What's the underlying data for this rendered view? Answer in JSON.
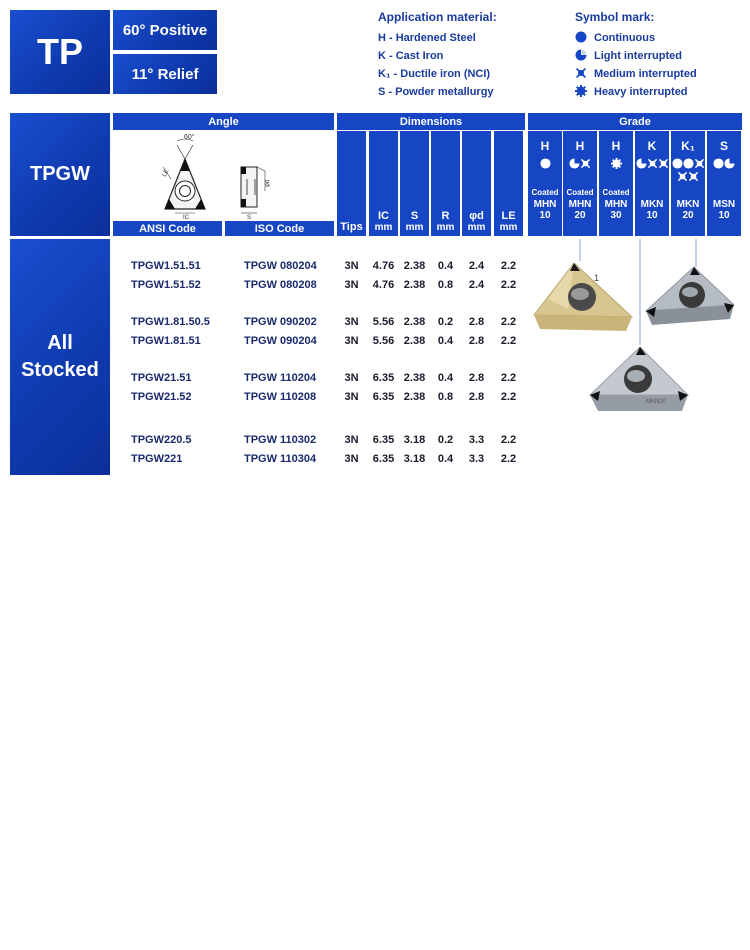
{
  "header": {
    "series": "TP",
    "angle_label": "60° Positive",
    "relief_label": "11° Relief"
  },
  "application": {
    "title": "Application material:",
    "items": [
      "H - Hardened Steel",
      "K - Cast Iron",
      "K₁ - Ductile iron (NCI)",
      "S - Powder metallurgy"
    ]
  },
  "symbols": {
    "title": "Symbol  mark:",
    "items": [
      {
        "label": "Continuous",
        "icon": "full-circle-icon"
      },
      {
        "label": "Light interrupted",
        "icon": "notched-circle-icon"
      },
      {
        "label": "Medium interrupted",
        "icon": "cross-icon"
      },
      {
        "label": "Heavy interrupted",
        "icon": "gear-icon"
      }
    ]
  },
  "table": {
    "product": "TPGW",
    "stock_status": "All Stocked",
    "angle_header": "Angle",
    "dimensions_header": "Dimensions",
    "grade_header": "Grade",
    "drawing_angle": "60°",
    "ansi_header": "ANSI Code",
    "iso_header": "ISO Code",
    "columns": [
      {
        "name": "Tips",
        "unit": ""
      },
      {
        "name": "IC",
        "unit": "mm"
      },
      {
        "name": "S",
        "unit": "mm"
      },
      {
        "name": "R",
        "unit": "mm"
      },
      {
        "name": "φd",
        "unit": "mm"
      },
      {
        "name": "LE",
        "unit": "mm"
      }
    ],
    "grades": [
      {
        "material": "H",
        "coated": "",
        "code": "MHN",
        "num": "10"
      },
      {
        "material": "H",
        "coated": "Coated",
        "code": "MHN",
        "num": "20"
      },
      {
        "material": "H",
        "coated": "Coated",
        "code": "MHN",
        "num": "30"
      },
      {
        "material": "K",
        "coated": "",
        "code": "MKN",
        "num": "10"
      },
      {
        "material": "K₁",
        "coated": "",
        "code": "MKN",
        "num": "20"
      },
      {
        "material": "S",
        "coated": "",
        "code": "MSN",
        "num": "10"
      }
    ],
    "coated_first": "Coated",
    "rows": [
      {
        "ansi": "TPGW1.51.51",
        "iso": "TPGW 080204",
        "tips": "3N",
        "ic": "4.76",
        "s": "2.38",
        "r": "0.4",
        "d": "2.4",
        "le": "2.2"
      },
      {
        "ansi": "TPGW1.51.52",
        "iso": "TPGW 080208",
        "tips": "3N",
        "ic": "4.76",
        "s": "2.38",
        "r": "0.8",
        "d": "2.4",
        "le": "2.2"
      },
      {
        "ansi": "TPGW1.81.50.5",
        "iso": "TPGW 090202",
        "tips": "3N",
        "ic": "5.56",
        "s": "2.38",
        "r": "0.2",
        "d": "2.8",
        "le": "2.2"
      },
      {
        "ansi": "TPGW1.81.51",
        "iso": "TPGW 090204",
        "tips": "3N",
        "ic": "5.56",
        "s": "2.38",
        "r": "0.4",
        "d": "2.8",
        "le": "2.2"
      },
      {
        "ansi": "TPGW21.51",
        "iso": "TPGW 110204",
        "tips": "3N",
        "ic": "6.35",
        "s": "2.38",
        "r": "0.4",
        "d": "2.8",
        "le": "2.2"
      },
      {
        "ansi": "TPGW21.52",
        "iso": "TPGW 110208",
        "tips": "3N",
        "ic": "6.35",
        "s": "2.38",
        "r": "0.8",
        "d": "2.8",
        "le": "2.2"
      },
      {
        "ansi": "TPGW220.5",
        "iso": "TPGW 110302",
        "tips": "3N",
        "ic": "6.35",
        "s": "3.18",
        "r": "0.2",
        "d": "3.3",
        "le": "2.2"
      },
      {
        "ansi": "TPGW221",
        "iso": "TPGW 110304",
        "tips": "3N",
        "ic": "6.35",
        "s": "3.18",
        "r": "0.4",
        "d": "3.3",
        "le": "2.2"
      }
    ],
    "insert_label": "MKN10"
  }
}
